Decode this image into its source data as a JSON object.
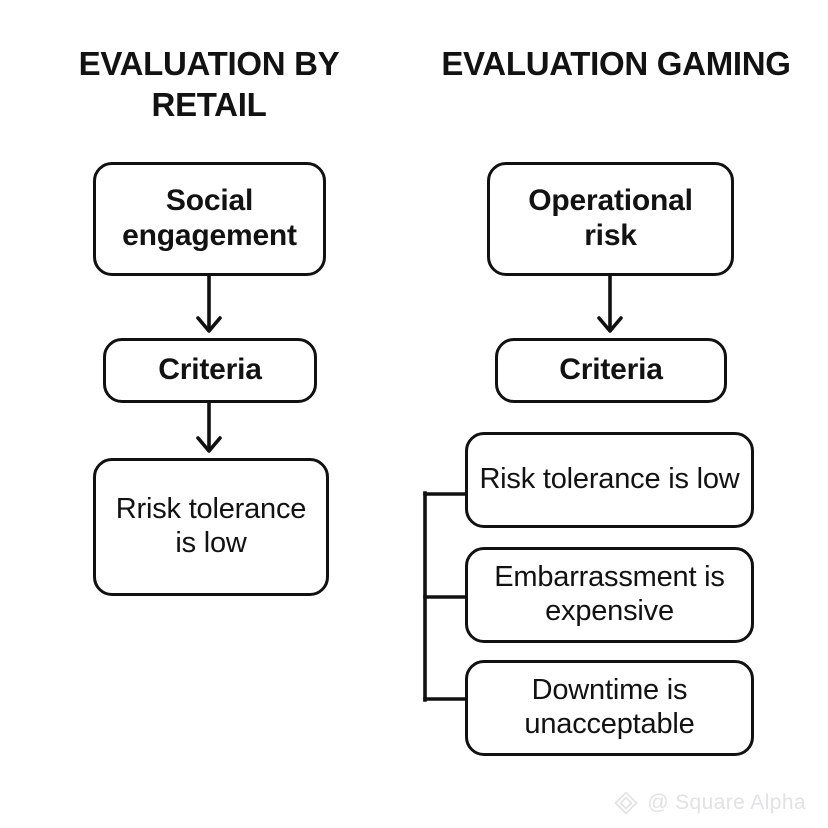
{
  "columns": [
    {
      "title": "EVALUATION BY RETAIL",
      "nodes": [
        {
          "label": "Social engagement",
          "emphasis": "bold"
        },
        {
          "label": "Criteria",
          "emphasis": "bold"
        },
        {
          "label": "Rrisk tolerance is low",
          "emphasis": "normal"
        }
      ]
    },
    {
      "title": "EVALUATION GAMING",
      "nodes": [
        {
          "label": "Operational risk",
          "emphasis": "bold"
        },
        {
          "label": "Criteria",
          "emphasis": "bold"
        },
        {
          "label": "Risk tolerance is low",
          "emphasis": "normal"
        },
        {
          "label": "Embarrassment is expensive",
          "emphasis": "normal"
        },
        {
          "label": "Downtime is unacceptable",
          "emphasis": "normal"
        }
      ]
    }
  ],
  "watermark": {
    "icon": "diamond-logo-icon",
    "at": "@",
    "handle": "Square Alpha"
  },
  "colors": {
    "background": "#ffffff",
    "stroke": "#111111",
    "text": "#121212",
    "watermark": "#e2e2e4"
  },
  "chart_data": {
    "type": "diagram",
    "title": "Evaluation comparison flowchart",
    "orientation": "two-column top-down flow",
    "nodes": [
      {
        "id": "l1",
        "text": "Social engagement",
        "column": "left"
      },
      {
        "id": "l2",
        "text": "Criteria",
        "column": "left"
      },
      {
        "id": "l3",
        "text": "Rrisk tolerance is low",
        "column": "left"
      },
      {
        "id": "r1",
        "text": "Operational risk",
        "column": "right"
      },
      {
        "id": "r2",
        "text": "Criteria",
        "column": "right"
      },
      {
        "id": "r3",
        "text": "Risk tolerance is low",
        "column": "right"
      },
      {
        "id": "r4",
        "text": "Embarrassment is expensive",
        "column": "right"
      },
      {
        "id": "r5",
        "text": "Downtime is unacceptable",
        "column": "right"
      }
    ],
    "edges": [
      {
        "from": "l1",
        "to": "l2",
        "style": "arrow-down"
      },
      {
        "from": "l2",
        "to": "l3",
        "style": "arrow-down"
      },
      {
        "from": "r1",
        "to": "r2",
        "style": "arrow-down"
      },
      {
        "from": "r2",
        "to": "r3",
        "style": "bracket"
      },
      {
        "from": "r2",
        "to": "r4",
        "style": "bracket"
      },
      {
        "from": "r2",
        "to": "r5",
        "style": "bracket"
      }
    ]
  }
}
